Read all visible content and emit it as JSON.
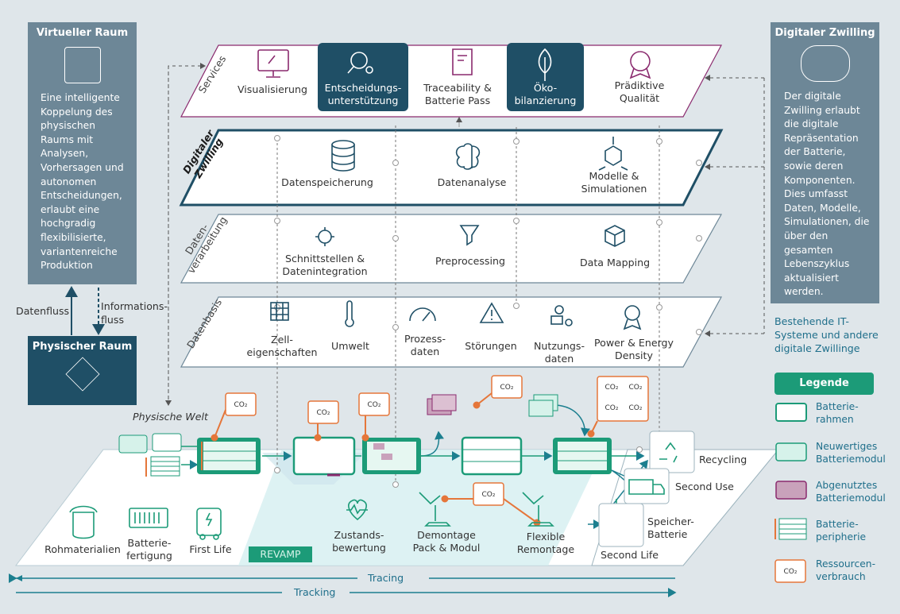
{
  "left_panel": {
    "title": "Virtueller Raum",
    "text": "Eine intelligente Koppelung des physischen Raums mit Analysen, Vorhersagen und autonomen Entscheidungen, erlaubt eine hochgradig flexibilisierte, variantenreiche Produktion",
    "flow_left": "Datenfluss",
    "flow_right": "Informations-\nfluss",
    "physical_title": "Physischer Raum"
  },
  "right_panel": {
    "title": "Digitaler Zwilling",
    "text": "Der digitale Zwilling erlaubt die digitale Repräsentation der Batterie, sowie deren Komponenten. Dies umfasst Daten, Modelle, Simulationen, die über den gesamten Lebenszyklus aktualisiert werden.",
    "it_systems": "Bestehende IT-\nSysteme und andere\ndigitale Zwillinge"
  },
  "layers": {
    "services": {
      "label": "Services",
      "items": [
        "Visualisierung",
        "Entscheidungs-\nunterstützung",
        "Traceability &\nBatterie Pass",
        "Öko-\nbilanzierung",
        "Prädiktive\nQualität"
      ]
    },
    "twin": {
      "label": "Digitaler\nZwilling",
      "items": [
        "Datenspeicherung",
        "Datenanalyse",
        "Modelle &\nSimulationen"
      ]
    },
    "processing": {
      "label": "Daten-\nverarbeitung",
      "items": [
        "Schnittstellen &\nDatenintegration",
        "Preprocessing",
        "Data Mapping"
      ]
    },
    "database": {
      "label": "Datenbasis",
      "items": [
        "Zell-\neigenschaften",
        "Umwelt",
        "Prozess-\ndaten",
        "Störungen",
        "Nutzungs-\ndaten",
        "Power & Energy\nDensity"
      ]
    }
  },
  "physical_world": {
    "label": "Physische Welt",
    "left_items": [
      "Rohmaterialien",
      "Batterie-\nfertigung",
      "First Life"
    ],
    "revamp": "REVAMP",
    "revamp_items": [
      "Zustands-\nbewertung",
      "Demontage\nPack & Modul",
      "Flexible\nRemontage"
    ],
    "right_items": [
      "Recycling",
      "Second Use",
      "Speicher-\nBatterie",
      "Second Life"
    ],
    "co2": "CO₂"
  },
  "arrows": {
    "tracing": "Tracing",
    "tracking": "Tracking"
  },
  "legend": {
    "title": "Legende",
    "items": [
      "Batterie-\nrahmen",
      "Neuwertiges\nBatteriemodul",
      "Abgenutztes\nBatteriemodul",
      "Batterie-\nperipherie",
      "Ressourcen-\nverbrauch"
    ]
  },
  "colors": {
    "teal": "#1c9b78",
    "dark_blue": "#1f4f66",
    "slate": "#6d8797",
    "purple": "#7b2a6b",
    "orange": "#e5763a",
    "mint": "#d6f2ea",
    "panel_bg": "#dfe6ea"
  }
}
